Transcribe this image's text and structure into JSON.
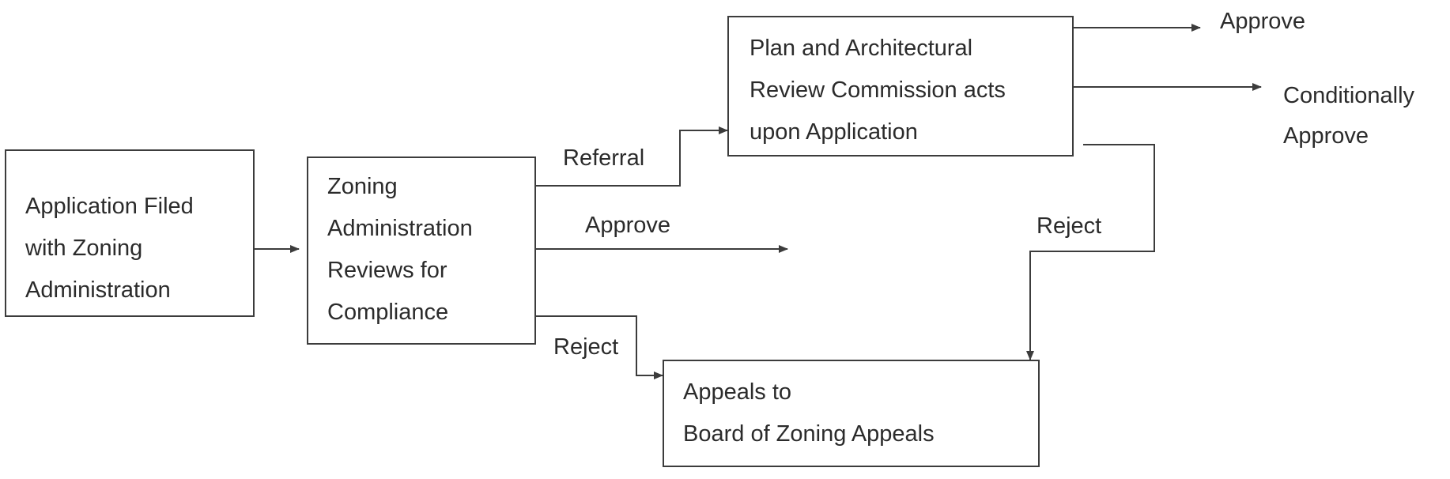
{
  "nodes": {
    "application_filed": {
      "lines": [
        "Application Filed",
        "with Zoning",
        "Administration"
      ]
    },
    "zoning_review": {
      "lines": [
        "Zoning",
        "Administration",
        "Reviews for",
        "Compliance"
      ]
    },
    "commission": {
      "lines": [
        "Plan and Architectural",
        "Review Commission acts",
        "upon Application"
      ]
    },
    "appeals": {
      "lines": [
        "Appeals to",
        "Board of Zoning Appeals"
      ]
    }
  },
  "edges": {
    "referral": "Referral",
    "approve_zoning": "Approve",
    "reject_zoning": "Reject",
    "approve_commission": "Approve",
    "conditionally_approve": [
      "Conditionally",
      "Approve"
    ],
    "reject_commission": "Reject"
  },
  "colors": {
    "line": "#3c3c3c",
    "text": "#2b2b2b"
  }
}
